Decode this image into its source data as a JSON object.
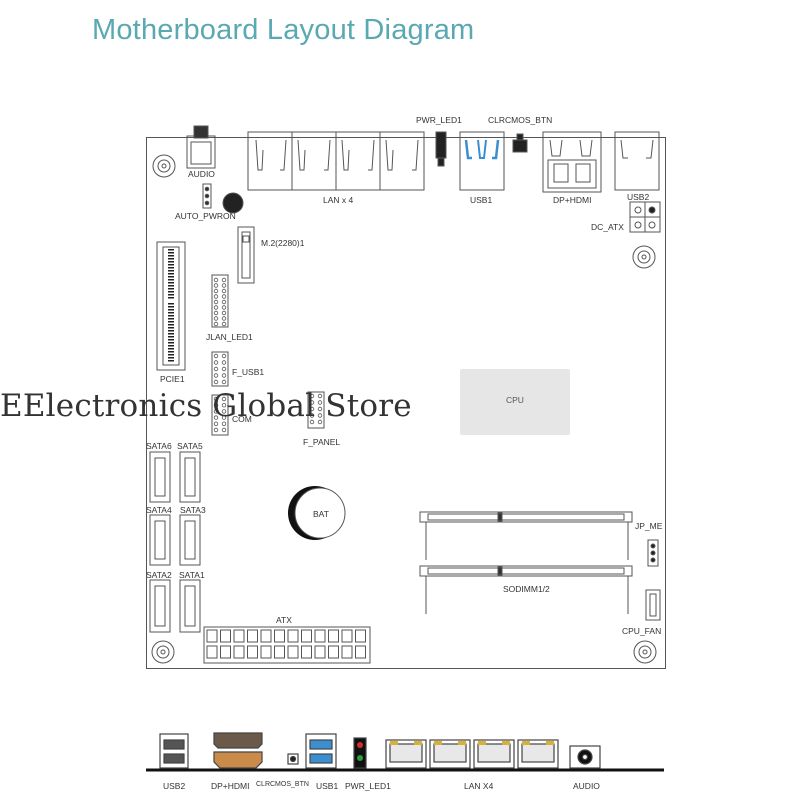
{
  "title": "Motherboard Layout Diagram",
  "watermark": "EElectronics Global Store",
  "labels": {
    "pwr_led1_top": "PWR_LED1",
    "clrcmos_btn_top": "CLRCMOS_BTN",
    "audio_top": "AUDIO",
    "lan_x4_top": "LAN x 4",
    "usb1_top": "USB1",
    "dp_hdmi_top": "DP+HDMI",
    "usb2_top": "USB2",
    "auto_pwron": "AUTO_PWRON",
    "m2": "M.2(2280)1",
    "dc_atx": "DC_ATX",
    "jlan_led1": "JLAN_LED1",
    "f_usb1": "F_USB1",
    "com": "COM",
    "f_panel": "F_PANEL",
    "pcie1": "PCIE1",
    "cpu": "CPU",
    "sata6": "SATA6",
    "sata5": "SATA5",
    "sata4": "SATA4",
    "sata3": "SATA3",
    "sata2": "SATA2",
    "sata1": "SATA1",
    "bat": "BAT",
    "jp_me": "JP_ME",
    "sodimm": "SODIMM1/2",
    "cpu_fan": "CPU_FAN",
    "atx": "ATX"
  },
  "bottom_io": {
    "usb2": "USB2",
    "dp_hdmi": "DP+HDMI",
    "clrcmos_btn": "CLRCMOS_BTN",
    "usb1": "USB1",
    "pwr_led1": "PWR_LED1",
    "lan_x4": "LAN X4",
    "audio": "AUDIO"
  },
  "colors": {
    "title": "#5aa8b2",
    "usb_blue": "#3b8fd0",
    "lan_yellow": "#d4b23a",
    "led_red": "#d32f2f",
    "led_green": "#2e9d3f",
    "hdmi_orange": "#c98a4a",
    "cpu_fill": "#e6e6e6"
  }
}
